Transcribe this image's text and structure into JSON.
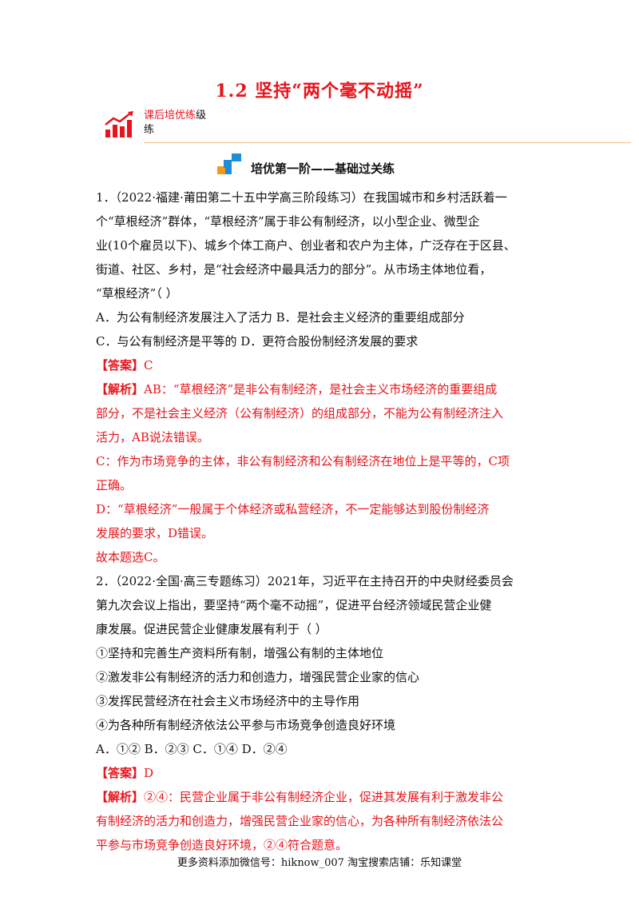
{
  "title": "1.2 坚持“两个毫不动摇”",
  "badge": {
    "line1_red": "课后培优练",
    "line1_black": "级",
    "line2": "练"
  },
  "section": {
    "label": "培优第一阶——基础过关练"
  },
  "q1": {
    "lines": [
      "1．（2022·福建·莆田第二十五中学高三阶段练习）在我国城市和乡村活跃着一",
      "个“草根经济”群体，“草根经济”属于非公有制经济，以小型企业、微型企",
      "业(10个雇员以下)、城乡个体工商户、创业者和农户为主体，广泛存在于区县、",
      "街道、社区、乡村，是“社会经济中最具活力的部分”。从市场主体地位看，",
      "“草根经济”（    ）"
    ],
    "option_ab": "A．为公有制经济发展注入了活力    B．是社会主义经济的重要组成部分",
    "option_cd": "C．与公有制经济是平等的   D．更符合股份制经济发展的要求",
    "answer_tag": "【答案】",
    "answer": "C",
    "analysis_tag": "【解析】",
    "analysis": [
      "AB：“草根经济”是非公有制经济，是社会主义市场经济的重要组成",
      "部分，不是社会主义经济（公有制经济）的组成部分，不能为公有制经济注入",
      "活力，AB说法错误。",
      "C：作为市场竞争的主体，非公有制经济和公有制经济在地位上是平等的，C项",
      "正确。",
      "D：“草根经济”一般属于个体经济或私营经济，不一定能够达到股份制经济",
      "发展的要求，D错误。",
      "故本题选C。"
    ]
  },
  "q2": {
    "lines": [
      "2．（2022·全国·高三专题练习）2021年，习近平在主持召开的中央财经委员会",
      "第九次会议上指出，要坚持“两个毫不动摇”，促进平台经济领域民营企业健",
      "康发展。促进民营企业健康发展有利于（    ）"
    ],
    "items": [
      "①坚持和完善生产资料所有制，增强公有制的主体地位",
      "②激发非公有制经济的活力和创造力，增强民营企业家的信心",
      "③发挥民营经济在社会主义市场经济中的主导作用",
      "④为各种所有制经济依法公平参与市场竞争创造良好环境"
    ],
    "options": "A．①②     B．②③     C．①④     D．②④",
    "answer_tag": "【答案】",
    "answer": "D",
    "analysis_tag": "【解析】",
    "analysis": [
      "②④：民营企业属于非公有制经济企业，促进其发展有利于激发非公",
      "有制经济的活力和创造力，增强民营企业家的信心，为各种所有制经济依法公",
      "平参与市场竞争创造良好环境，②④符合题意。"
    ]
  },
  "footer": "更多资料添加微信号：hiknow_007   淘宝搜索店铺：乐知课堂",
  "colors": {
    "accent_red": "#e8141b",
    "divider": "#f2c38c",
    "icon_blue": "#1e8fd6",
    "icon_orange": "#f39a1e"
  }
}
